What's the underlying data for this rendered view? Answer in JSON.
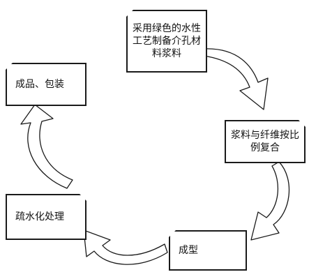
{
  "chart_data": {
    "type": "diagram",
    "nodes": [
      {
        "id": "prepare",
        "label": "采用绿色的水性工艺制备介孔材料浆料"
      },
      {
        "id": "composite",
        "label": "浆料与纤维按比例复合"
      },
      {
        "id": "forming",
        "label": "成型"
      },
      {
        "id": "hydrophobic",
        "label": "疏水化处理"
      },
      {
        "id": "package",
        "label": "成品、包装"
      }
    ],
    "edges": [
      {
        "from": "prepare",
        "to": "composite"
      },
      {
        "from": "composite",
        "to": "forming"
      },
      {
        "from": "forming",
        "to": "hydrophobic"
      },
      {
        "from": "hydrophobic",
        "to": "package"
      }
    ]
  }
}
